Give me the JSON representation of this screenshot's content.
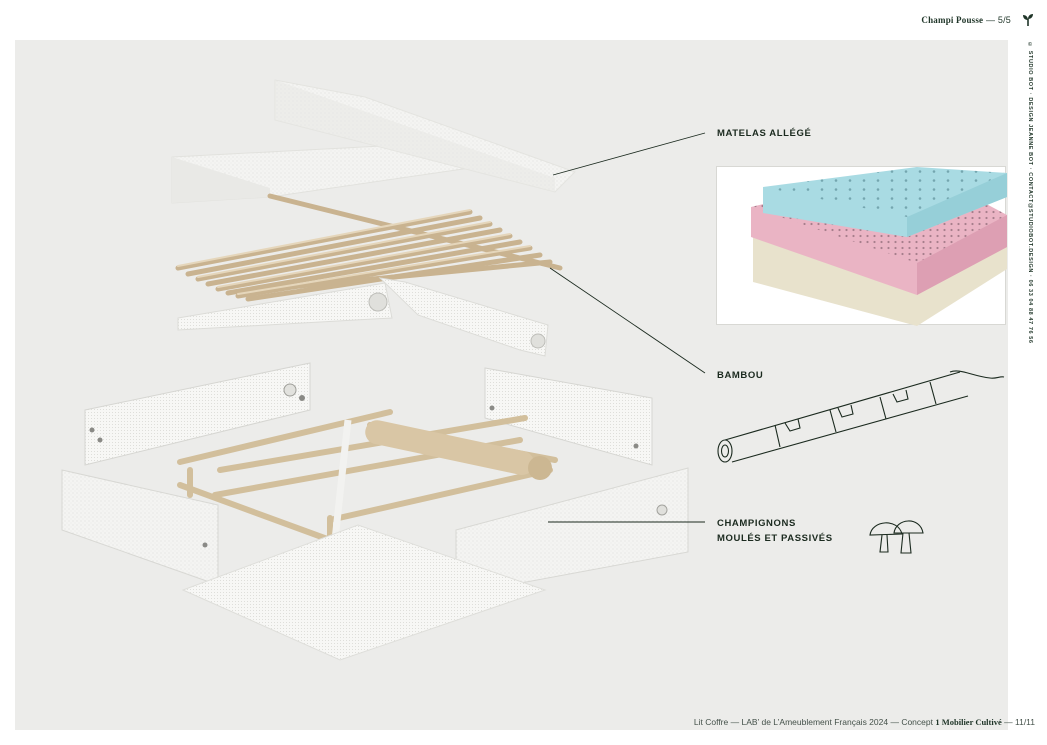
{
  "header": {
    "title": "Champi Pousse",
    "separator": " — ",
    "page": "5/5"
  },
  "vertical_credit": "© STUDIO BOT · DESIGN JEANNE BOT · CONTACT@STUDIOBOT.DESIGN · 06 33 04 88 47 76 56",
  "labels": {
    "mattress": "MATELAS ALLÉGÉ",
    "bamboo": "BAMBOU",
    "mushrooms_line1": "CHAMPIGNONS",
    "mushrooms_line2": "MOULÉS ET PASSIVÉS"
  },
  "footer": {
    "prefix": "Lit Coffre — LAB’ de L’Ameublement Français 2024 — Concept ",
    "concept": "1 Mobilier Cultivé",
    "suffix": " — 11/11"
  },
  "icons": {
    "logo": "sprout-icon",
    "bamboo_sketch": "bamboo-stem-icon",
    "mushroom_sketch": "mushroom-icon"
  },
  "colors": {
    "ink": "#1b2a1f",
    "panel": "#ececea",
    "bamboo": "#d9c6a5",
    "foam_blue": "#a9dbe3",
    "foam_pink": "#eab4c4",
    "foam_cream": "#e8e2cc"
  }
}
